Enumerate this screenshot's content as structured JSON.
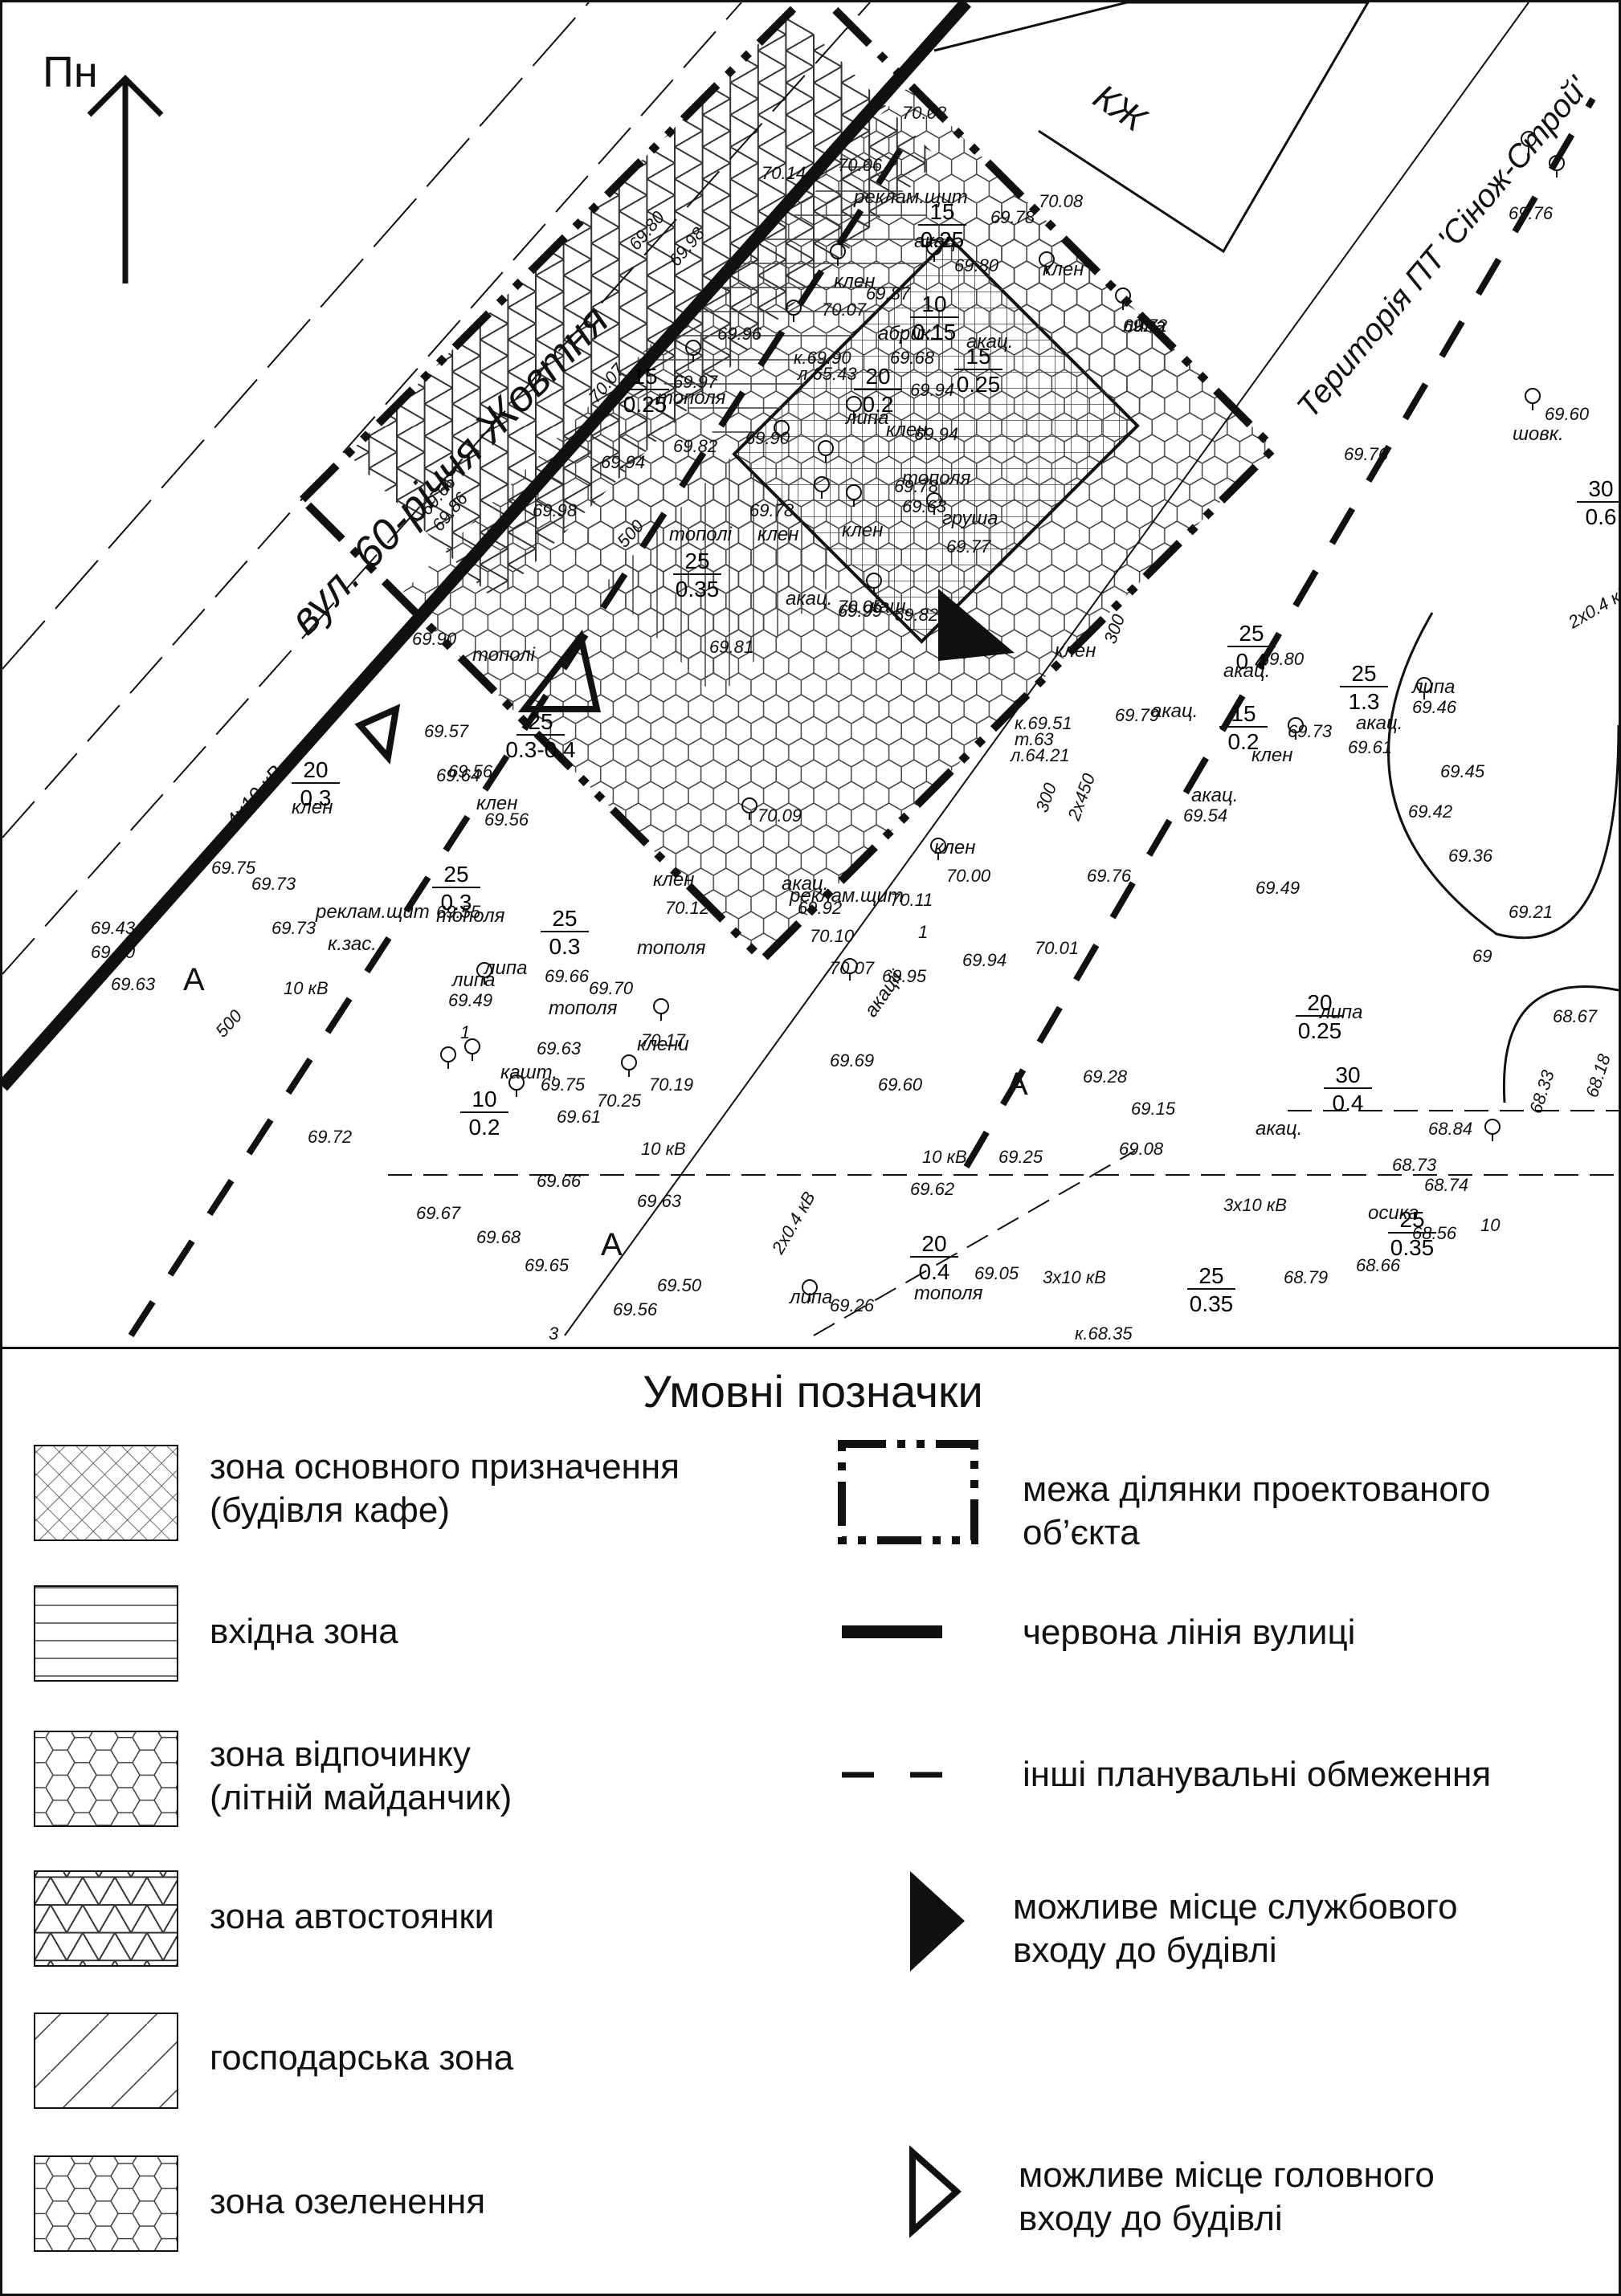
{
  "map": {
    "north_label": "Пн",
    "street_name": "вул. 60-річчя Жовтня",
    "territory_label": "Територія ПТ 'Сінож-Строй'",
    "kzh_label": "КЖ",
    "cable_label": "4х10 кВ",
    "zone_a": "А",
    "spot_labels": [
      {
        "t": "69.80"
      },
      {
        "t": "69.98"
      },
      {
        "t": "69.66"
      },
      {
        "t": "69.86"
      },
      {
        "t": "70.07"
      },
      {
        "t": "69.94"
      },
      {
        "t": "69.98"
      },
      {
        "t": "69.82"
      },
      {
        "t": "69.90"
      },
      {
        "t": "69.78"
      },
      {
        "t": "69.81"
      },
      {
        "t": "69.57"
      },
      {
        "t": "69.64"
      },
      {
        "t": "69.56"
      },
      {
        "t": "69.56"
      },
      {
        "t": "69.55"
      },
      {
        "t": "69.49"
      },
      {
        "t": "69.66"
      },
      {
        "t": "69.70"
      },
      {
        "t": "69.63"
      },
      {
        "t": "69.75"
      },
      {
        "t": "69.61"
      },
      {
        "t": "70.25"
      },
      {
        "t": "70.19"
      },
      {
        "t": "70.17"
      },
      {
        "t": "70.12"
      },
      {
        "t": "70.10"
      },
      {
        "t": "70.07"
      },
      {
        "t": "69.95"
      },
      {
        "t": "69.94"
      },
      {
        "t": "70.01"
      },
      {
        "t": "69.69"
      },
      {
        "t": "69.60"
      },
      {
        "t": "70.11"
      },
      {
        "t": "70.00"
      },
      {
        "t": "69.92"
      },
      {
        "t": "70.09"
      },
      {
        "t": "69.99"
      },
      {
        "t": "70.05"
      },
      {
        "t": "69.82"
      },
      {
        "t": "69.77"
      },
      {
        "t": "69.63"
      },
      {
        "t": "69.78"
      },
      {
        "t": "69.94"
      },
      {
        "t": "69.94"
      },
      {
        "t": "69.68"
      },
      {
        "t": "69.87"
      },
      {
        "t": "70.07"
      },
      {
        "t": "69.72"
      },
      {
        "t": "69.80"
      },
      {
        "t": "69.78"
      },
      {
        "t": "70.08"
      },
      {
        "t": "70.08"
      },
      {
        "t": "70.06"
      },
      {
        "t": "70.14"
      },
      {
        "t": "69.76"
      },
      {
        "t": "69.76"
      },
      {
        "t": "69.60"
      },
      {
        "t": "69.80"
      },
      {
        "t": "69.73"
      },
      {
        "t": "69.61"
      },
      {
        "t": "69.46"
      },
      {
        "t": "69.79"
      },
      {
        "t": "69.54"
      },
      {
        "t": "69.45"
      },
      {
        "t": "69.42"
      },
      {
        "t": "69.36"
      },
      {
        "t": "69.21"
      },
      {
        "t": "69.49"
      },
      {
        "t": "69.76"
      },
      {
        "t": "69.28"
      },
      {
        "t": "69.15"
      },
      {
        "t": "69.08"
      },
      {
        "t": "68.84"
      },
      {
        "t": "68.73"
      },
      {
        "t": "68.74"
      },
      {
        "t": "68.56"
      },
      {
        "t": "68.66"
      },
      {
        "t": "68.79"
      },
      {
        "t": "69.25"
      },
      {
        "t": "69.62"
      },
      {
        "t": "69.63"
      },
      {
        "t": "69.66"
      },
      {
        "t": "69.72"
      },
      {
        "t": "69.67"
      },
      {
        "t": "69.68"
      },
      {
        "t": "69.65"
      },
      {
        "t": "69.56"
      },
      {
        "t": "69.50"
      },
      {
        "t": "69.26"
      },
      {
        "t": "69.05"
      },
      {
        "t": "68.67"
      },
      {
        "t": "68.33"
      },
      {
        "t": "68.18"
      },
      {
        "t": "69.75"
      },
      {
        "t": "69.73"
      },
      {
        "t": "69.73"
      },
      {
        "t": "69.43"
      },
      {
        "t": "69.60"
      },
      {
        "t": "69.63"
      },
      {
        "t": "69.90"
      },
      {
        "t": "69.97"
      },
      {
        "t": "69.96"
      }
    ],
    "plant_labels": [
      {
        "t": "тополя"
      },
      {
        "t": "тополі"
      },
      {
        "t": "тополі"
      },
      {
        "t": "клен"
      },
      {
        "t": "клен"
      },
      {
        "t": "липа"
      },
      {
        "t": "тополя"
      },
      {
        "t": "липа"
      },
      {
        "t": "тополя"
      },
      {
        "t": "тополя"
      },
      {
        "t": "кашт."
      },
      {
        "t": "клени"
      },
      {
        "t": "клен"
      },
      {
        "t": "акац."
      },
      {
        "t": "клен"
      },
      {
        "t": "акації"
      },
      {
        "t": "клен"
      },
      {
        "t": "акац."
      },
      {
        "t": "каш."
      },
      {
        "t": "груша"
      },
      {
        "t": "тополя"
      },
      {
        "t": "клен"
      },
      {
        "t": "липа"
      },
      {
        "t": "клен"
      },
      {
        "t": "абрик."
      },
      {
        "t": "акац."
      },
      {
        "t": "клен"
      },
      {
        "t": "клен"
      },
      {
        "t": "акац."
      },
      {
        "t": "клен"
      },
      {
        "t": "липа"
      },
      {
        "t": "акац."
      },
      {
        "t": "шовк."
      },
      {
        "t": "акац."
      },
      {
        "t": "липа"
      },
      {
        "t": "акац."
      },
      {
        "t": "клен"
      },
      {
        "t": "акац."
      },
      {
        "t": "липа"
      },
      {
        "t": "акац."
      },
      {
        "t": "осика"
      },
      {
        "t": "липа"
      },
      {
        "t": "тополя"
      },
      {
        "t": "реклам.щит"
      },
      {
        "t": "реклам.щит"
      },
      {
        "t": "реклам.щит"
      },
      {
        "t": "к.зас."
      }
    ],
    "fractions": [
      {
        "n": "25",
        "d": "0.35"
      },
      {
        "n": "25",
        "d": "0.3-0.4"
      },
      {
        "n": "20",
        "d": "0.3"
      },
      {
        "n": "25",
        "d": "0.3"
      },
      {
        "n": "25",
        "d": "0.3"
      },
      {
        "n": "10",
        "d": "0.2"
      },
      {
        "n": "20",
        "d": "0.2"
      },
      {
        "n": "15",
        "d": "0.25"
      },
      {
        "n": "15",
        "d": "0.25"
      },
      {
        "n": "10",
        "d": "0.15"
      },
      {
        "n": "25",
        "d": "0.4"
      },
      {
        "n": "25",
        "d": "1.3"
      },
      {
        "n": "15",
        "d": "0.2"
      },
      {
        "n": "20",
        "d": "0.25"
      },
      {
        "n": "30",
        "d": "0.4"
      },
      {
        "n": "25",
        "d": "0.35"
      },
      {
        "n": "25",
        "d": "0.35"
      },
      {
        "n": "20",
        "d": "0.4"
      },
      {
        "n": "30",
        "d": "0.6"
      },
      {
        "n": "15",
        "d": "0.25"
      }
    ],
    "misc_labels": [
      {
        "t": "500"
      },
      {
        "t": "500"
      },
      {
        "t": "300"
      },
      {
        "t": "300"
      },
      {
        "t": "2х450"
      },
      {
        "t": "10 кВ"
      },
      {
        "t": "10 кВ"
      },
      {
        "t": "10 кВ"
      },
      {
        "t": "3х10 кВ"
      },
      {
        "t": "3х10 кВ"
      },
      {
        "t": "2х0.4 кВ"
      },
      {
        "t": "2х0.4 кВ"
      },
      {
        "t": "69"
      },
      {
        "t": "к.69.51"
      },
      {
        "t": "т.63"
      },
      {
        "t": "л.64.21"
      },
      {
        "t": "к.69.90"
      },
      {
        "t": "л.65.43"
      },
      {
        "t": "к.68.35"
      },
      {
        "t": "А"
      },
      {
        "t": "А"
      },
      {
        "t": "А"
      },
      {
        "t": "1"
      },
      {
        "t": "1"
      },
      {
        "t": "3"
      },
      {
        "t": "10"
      }
    ]
  },
  "legend": {
    "title": "Умовні позначки",
    "items_left": [
      {
        "label": "зона основного призначення\n(будівля кафе)"
      },
      {
        "label": "вхідна зона"
      },
      {
        "label": "зона відпочинку\n(літній майданчик)"
      },
      {
        "label": "зона автостоянки"
      },
      {
        "label": "господарська зона"
      },
      {
        "label": "зона озеленення"
      }
    ],
    "items_right": [
      {
        "label": "межа ділянки проектованого\nоб’єкта"
      },
      {
        "label": "червона лінія вулиці"
      },
      {
        "label": "інші планувальні обмеження"
      },
      {
        "label": "можливе місце службового\nвходу до будівлі"
      },
      {
        "label": "можливе місце головного\nвходу до будівлі"
      }
    ]
  }
}
